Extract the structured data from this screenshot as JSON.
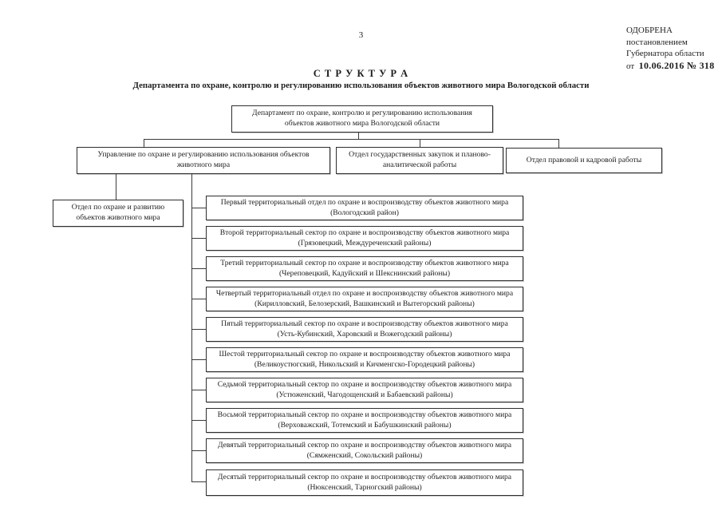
{
  "page": {
    "number": "3",
    "approval": {
      "line1": "ОДОБРЕНА",
      "line2": "постановлением",
      "line3": "Губернатора области",
      "from_label": "от",
      "date_value": "10.06.2016 № 318"
    },
    "title": "С Т Р У К Т У Р А",
    "subtitle": "Департамента по охране, контролю и регулированию использования объектов животного мира Вологодской области"
  },
  "chart": {
    "root": "Департамент по охране, контролю и регулированию использования объектов животного мира Вологодской области",
    "level2": [
      "Управление по охране и регулированию использования объектов животного мира",
      "Отдел государственных закупок и планово-аналитической работы",
      "Отдел правовой и кадровой работы"
    ],
    "department_sub": "Отдел по охране и развитию объектов животного мира",
    "territorial": [
      "Первый территориальный отдел по охране и воспроизводству объектов животного мира (Вологодский район)",
      "Второй территориальный сектор по охране и воспроизводству объектов животного мира (Грязовецкий, Междуреченский районы)",
      "Третий территориальный сектор по охране и воспроизводству объектов животного мира (Череповецкий, Кадуйский и Шекснинский районы)",
      "Четвертый территориальный отдел по охране и воспроизводству объектов животного мира (Кирилловский, Белозерский, Вашкинский и Вытегорский районы)",
      "Пятый территориальный сектор по охране и воспроизводству объектов животного мира (Усть-Кубинский, Харовский и Вожегодский районы)",
      "Шестой территориальный сектор по охране и воспроизводству объектов животного мира (Великоустюгский, Никольский и Кичменгско-Городецкий районы)",
      "Седьмой территориальный сектор по охране и воспроизводству объектов животного мира (Устюженский, Чагодощенский и Бабаевский районы)",
      "Восьмой территориальный сектор по охране и воспроизводству объектов животного мира (Верховажский, Тотемский и Бабушкинский районы)",
      "Девятый территориальный сектор по охране и воспроизводству объектов животного мира (Сямженский, Сокольский районы)",
      "Десятый территориальный сектор по охране и воспроизводству объектов животного мира (Нюксенский, Тарногский районы)"
    ]
  }
}
